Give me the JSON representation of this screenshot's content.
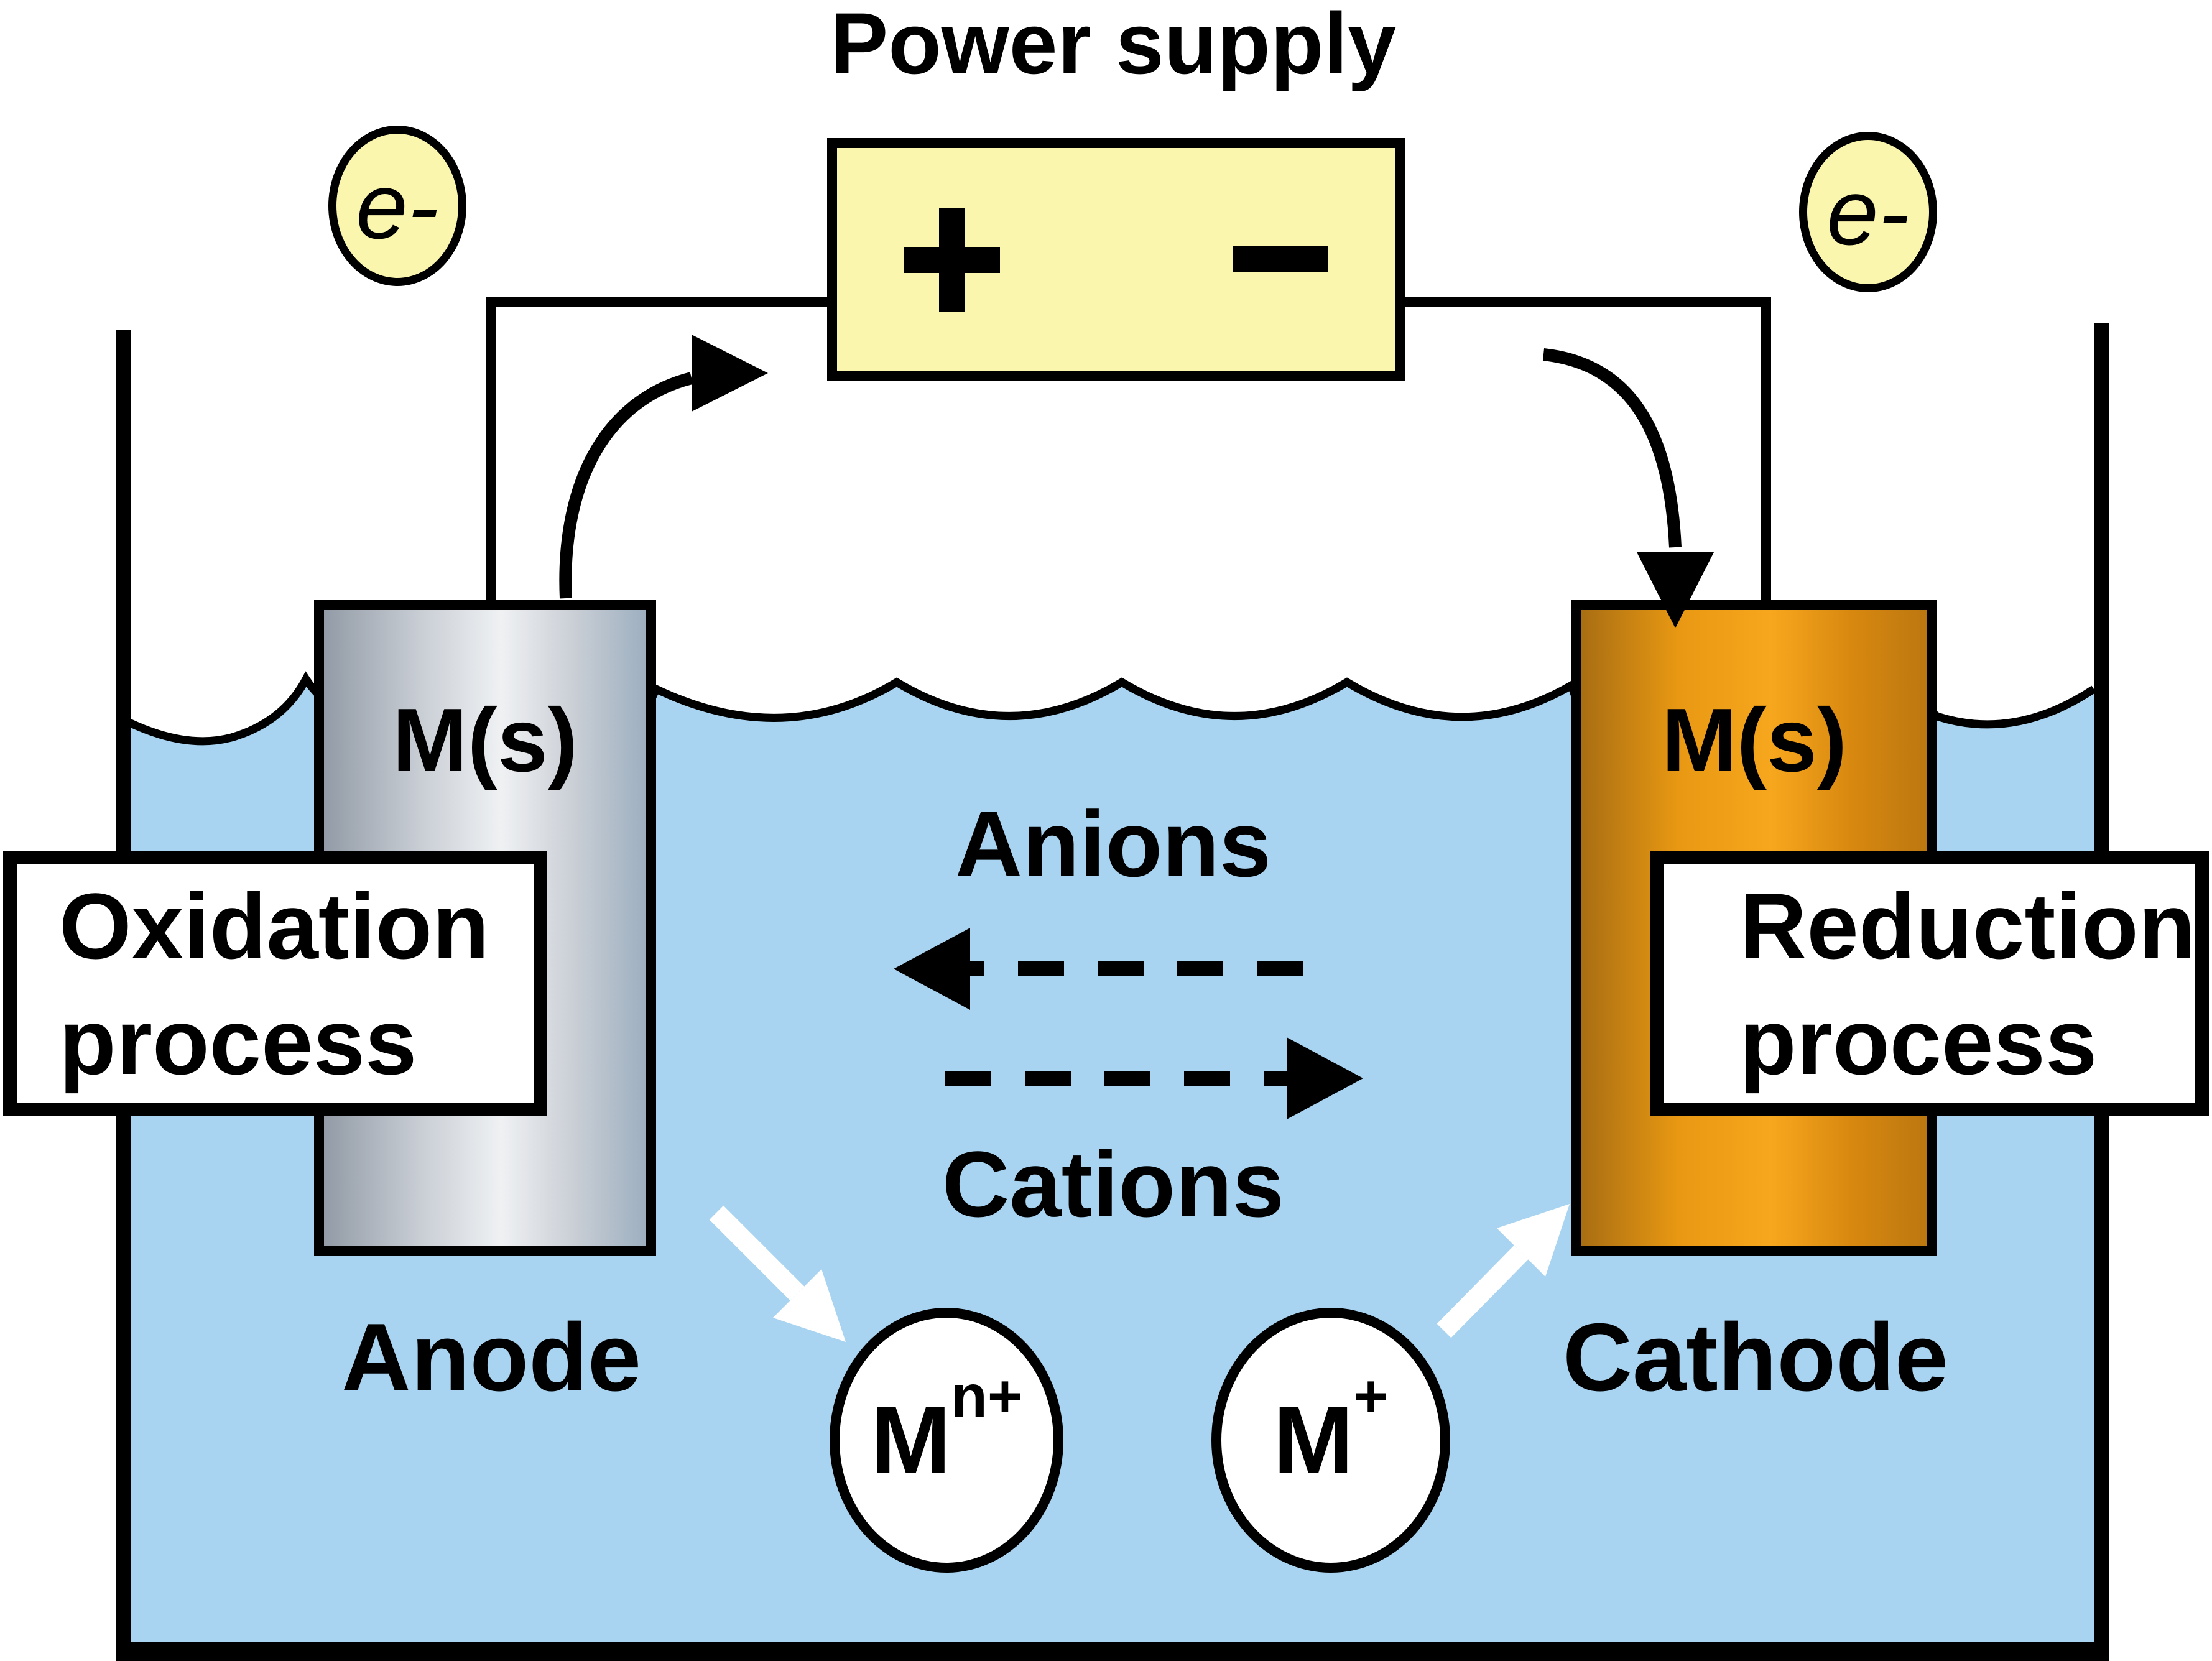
{
  "title": "Power supply",
  "power_supply": {
    "plus_label": "+",
    "minus_label": "−"
  },
  "electrons": {
    "left": "e-",
    "right": "e-"
  },
  "electrodes": {
    "left_label": "M(s)",
    "right_label": "M(s)",
    "left_name": "Anode",
    "right_name": "Cathode"
  },
  "process_boxes": {
    "oxidation_line1": "Oxidation",
    "oxidation_line2": "process",
    "reduction_line1": "Reduction",
    "reduction_line2": "process"
  },
  "ion_migration": {
    "anions_label": "Anions",
    "cations_label": "Cations"
  },
  "ions": {
    "left": {
      "base": "M",
      "sup": "n+"
    },
    "right": {
      "base": "M",
      "sup": "+"
    }
  },
  "colors": {
    "water": "#A8D4F1",
    "yellow": "#FBF6AE",
    "gray-edge": "#929BA6",
    "gray-mid": "#C9CED5",
    "gray-light": "#EFF1F3",
    "gray-blue": "#9DAFC0",
    "orange-dark": "#A96E13",
    "orange-mid": "#E89812",
    "orange-bright": "#F7A71D",
    "orange-mid2": "#D8880F",
    "orange-edge": "#BC7710",
    "line": "#000000",
    "arrow-white": "#FFFFFF"
  }
}
